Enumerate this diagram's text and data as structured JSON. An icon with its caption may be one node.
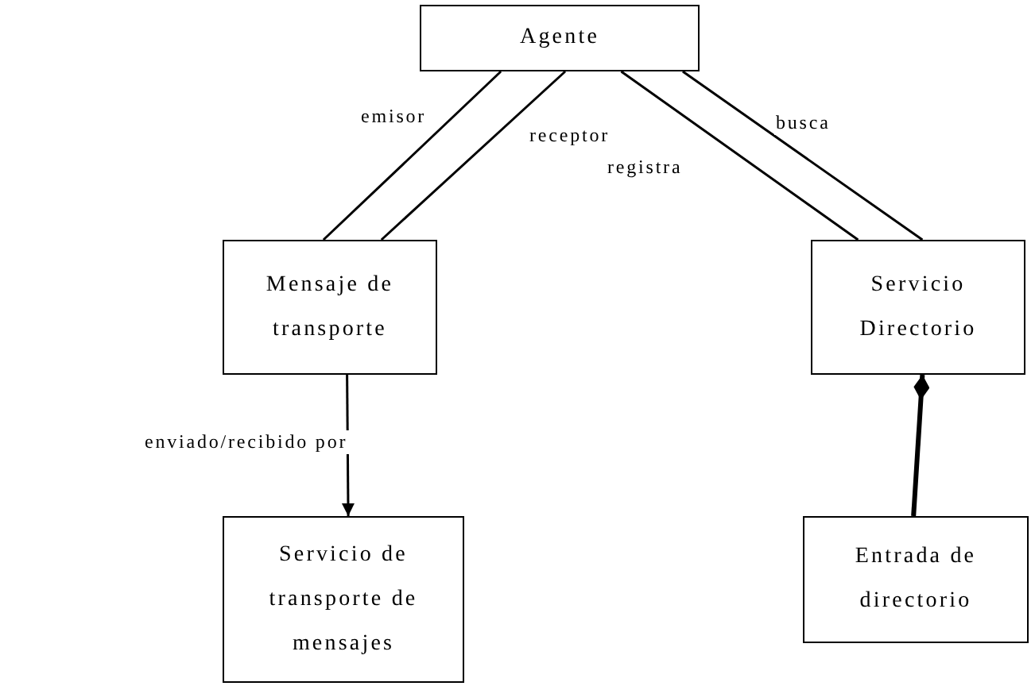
{
  "diagram": {
    "nodes": [
      {
        "text": [
          "Agente"
        ]
      },
      {
        "text": [
          "Mensaje de transporte"
        ]
      },
      {
        "text": [
          "Servicio Directorio"
        ]
      },
      {
        "text": [
          "Servicio de transporte de mensajes"
        ]
      },
      {
        "text": [
          "Entrada de directorio"
        ]
      }
    ],
    "edges": [
      {
        "from": 0,
        "to": 1,
        "arrow": "none",
        "label": "emisor"
      },
      {
        "from": 0,
        "to": 1,
        "arrow": "none",
        "label": "receptor"
      },
      {
        "from": 0,
        "to": 2,
        "arrow": "none",
        "label": "registra"
      },
      {
        "from": 0,
        "to": 2,
        "arrow": "none",
        "label": "busca"
      },
      {
        "from": 1,
        "to": 3,
        "arrow": "to",
        "label": "enviado/recibido por"
      },
      {
        "from": 2,
        "to": 4,
        "arrow": "other",
        "style": "thick"
      }
    ]
  }
}
